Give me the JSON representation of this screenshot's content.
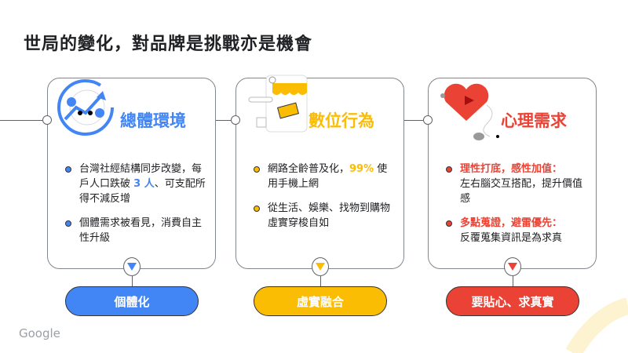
{
  "title": "世局的變化，對品牌是挑戰亦是機會",
  "colors": {
    "blue": "#4285f4",
    "yellow": "#fbbc04",
    "red": "#ea4335"
  },
  "cards": [
    {
      "heading": "總體環境",
      "icon": "globe-growth-icon",
      "bullets": [
        {
          "pre": "台灣社經結構同步改變，每戶人口跌破 ",
          "hl": "3 人",
          "post": "、可支配所得不減反增"
        },
        {
          "pre": "個體需求被看見，消費自主性升級",
          "hl": "",
          "post": ""
        }
      ],
      "pill": "個體化"
    },
    {
      "heading": "數位行為",
      "icon": "shop-card-icon",
      "bullets": [
        {
          "pre": "網路全齡普及化，",
          "hl": "99%",
          "post": " 使用手機上網"
        },
        {
          "pre": "從生活、娛樂、找物到購物虛實穿梭自如",
          "hl": "",
          "post": ""
        }
      ],
      "pill": "虛實融合"
    },
    {
      "heading": "心理需求",
      "icon": "heart-icon",
      "bullets": [
        {
          "pre": "",
          "hl": "理性打底，感性加值：",
          "post": "左右腦交互搭配，提升價值感"
        },
        {
          "pre": "",
          "hl": "多點蒐證，避雷優先：",
          "post": "反覆蒐集資訊是為求真"
        }
      ],
      "pill": "要貼心、求真實"
    }
  ],
  "logo": "Google"
}
